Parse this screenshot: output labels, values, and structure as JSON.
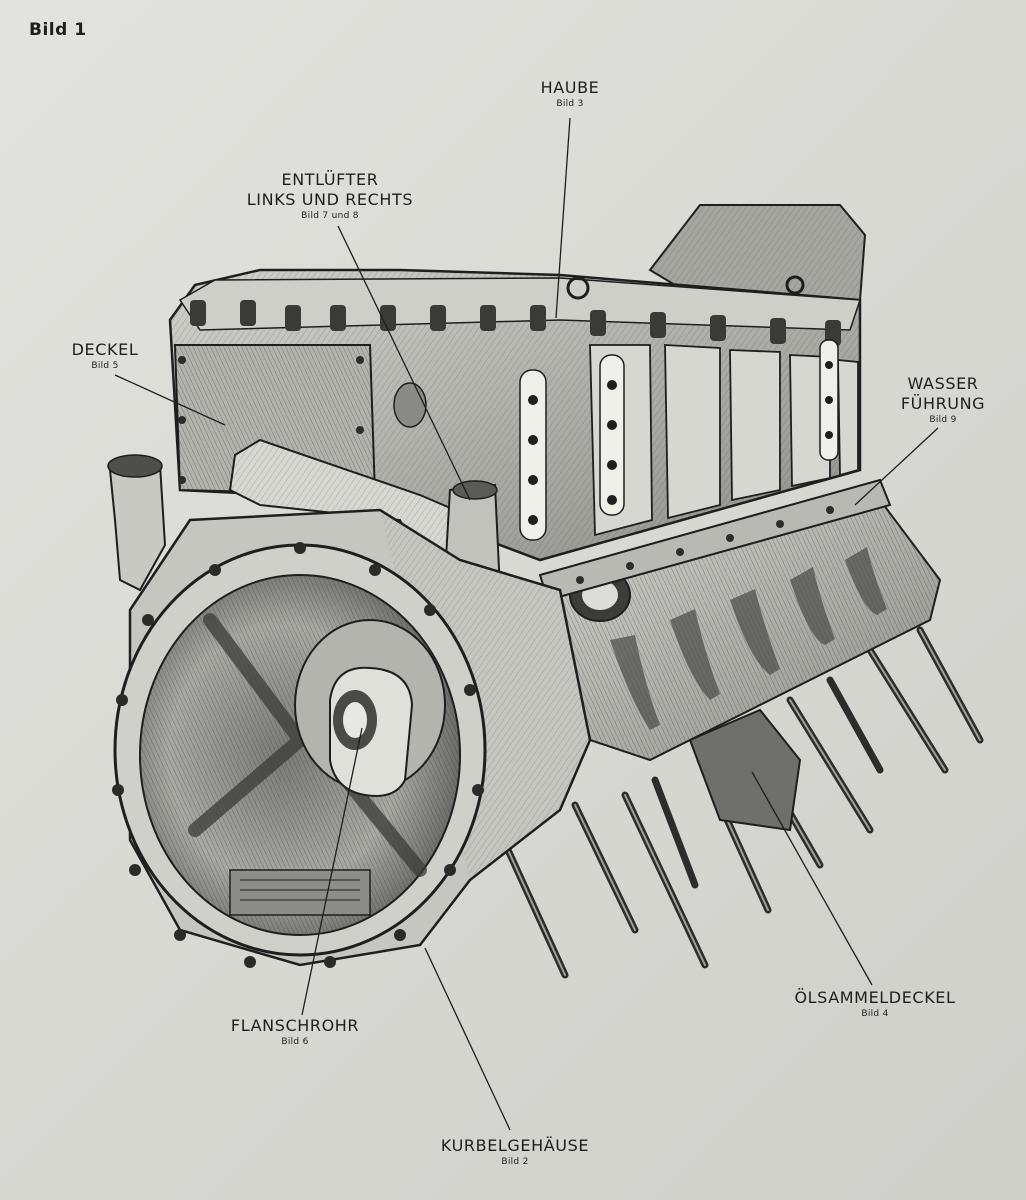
{
  "figure": {
    "title": "Bild 1"
  },
  "labels": {
    "haube": {
      "name": "HAUBE",
      "ref": "Bild 3"
    },
    "entluefter": {
      "name1": "ENTLÜFTER",
      "name2": "LINKS UND RECHTS",
      "ref": "Bild 7 und 8"
    },
    "deckel": {
      "name": "DECKEL",
      "ref": "Bild 5"
    },
    "wasser": {
      "name1": "WASSER",
      "name2": "FÜHRUNG",
      "ref": "Bild 9"
    },
    "flanschrohr": {
      "name": "FLANSCHROHR",
      "ref": "Bild 6"
    },
    "oelsammeldeckel": {
      "name": "ÖLSAMMELDECKEL",
      "ref": "Bild 4"
    },
    "kurbelgehaeuse": {
      "name": "KURBELGEHÄUSE",
      "ref": "Bild 2"
    }
  },
  "colors": {
    "paper": "#dcdcd8",
    "ink": "#1e1e1e",
    "metal_light": "#c9c9c4",
    "metal_dark": "#6a6a66"
  }
}
